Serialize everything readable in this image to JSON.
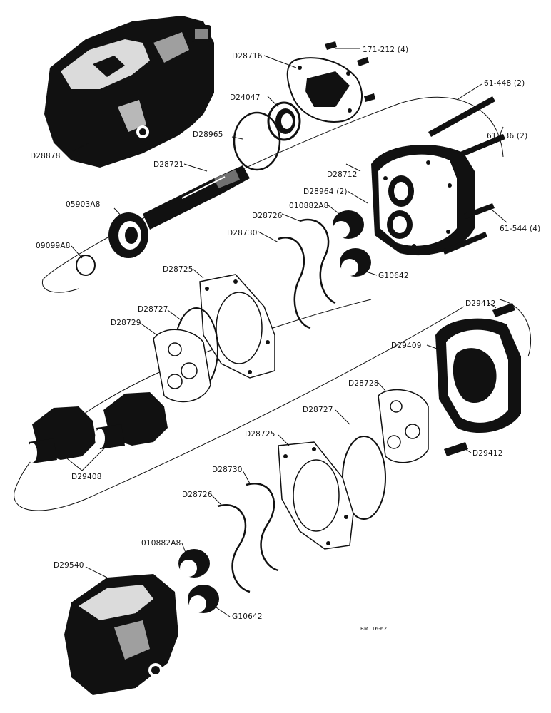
{
  "labels": {
    "d28878": "D28878",
    "d28716": "D28716",
    "p171_212": "171-212 (4)",
    "d24047": "D24047",
    "p61_448": "61-448 (2)",
    "d28965": "D28965",
    "p61_536": "61-536 (2)",
    "d28721": "D28721",
    "d28712": "D28712",
    "d28964": "D28964 (2)",
    "b05903": "05903A8",
    "b010882_top": "010882A8",
    "d28726_top": "D28726",
    "d28730_top": "D28730",
    "p61_544": "61-544 (4)",
    "b09099": "09099A8",
    "g10642_top": "G10642",
    "d28725_top": "D28725",
    "d29412_top": "D29412",
    "d28727_top": "D28727",
    "d28729": "D28729",
    "d29409": "D29409",
    "d28728": "D28728",
    "d28727_bot": "D28727",
    "d28725_bot": "D28725",
    "d29412_bot": "D29412",
    "d29408": "D29408",
    "d28730_bot": "D28730",
    "d28726_bot": "D28726",
    "b010882_bot": "010882A8",
    "d29540": "D29540",
    "g10642_bot": "G10642",
    "drawing_no": "BM116-62"
  }
}
